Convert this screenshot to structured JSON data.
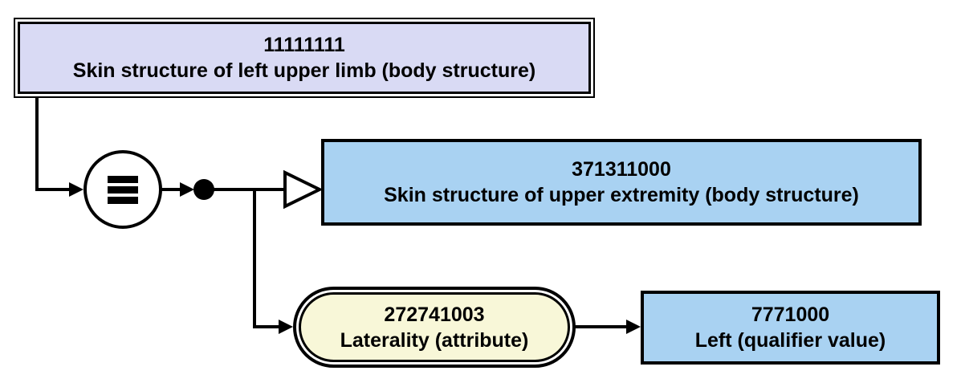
{
  "diagram": {
    "nodes": {
      "source_concept": {
        "id": "11111111",
        "term": "Skin structure of left upper limb (body structure)"
      },
      "supertype_concept": {
        "id": "371311000",
        "term": "Skin structure of upper extremity (body structure)"
      },
      "attribute_concept": {
        "id": "272741003",
        "term": "Laterality (attribute)"
      },
      "value_concept": {
        "id": "7771000",
        "term": "Left (qualifier value)"
      }
    },
    "symbols": {
      "equivalence_glyph": "≡"
    },
    "colors": {
      "source_fill": "#d9daf4",
      "concept_fill": "#a9d2f2",
      "attribute_fill": "#f8f7d8",
      "line_color": "#000000",
      "canvas_bg": "#ffffff"
    }
  }
}
